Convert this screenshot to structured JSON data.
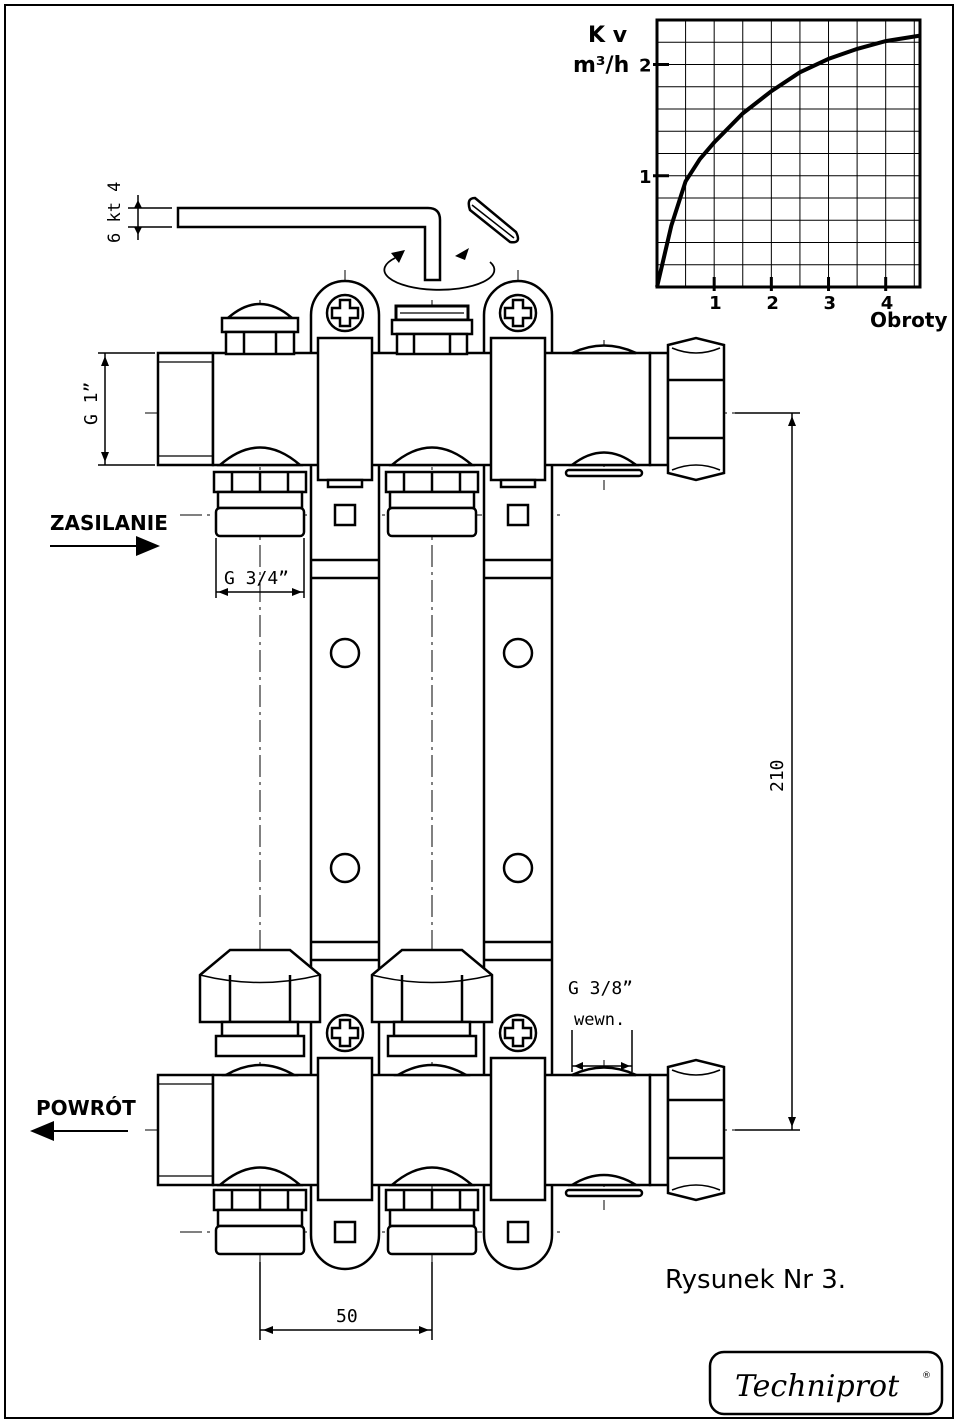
{
  "graph": {
    "y_unit_top": "K v",
    "y_unit_bottom": "m³/h",
    "y_ticks": [
      "1",
      "2"
    ],
    "x_ticks": [
      "1",
      "2",
      "3",
      "4"
    ],
    "x_label": "Obroty"
  },
  "chart_data": {
    "type": "line",
    "x": [
      0,
      0.25,
      0.5,
      0.75,
      1,
      1.5,
      2,
      2.5,
      3,
      3.5,
      4,
      4.6
    ],
    "series": [
      {
        "values": [
          0,
          0.55,
          0.95,
          1.15,
          1.3,
          1.56,
          1.76,
          1.93,
          2.05,
          2.14,
          2.21,
          2.26
        ]
      }
    ],
    "xlim": [
      0,
      4.6
    ],
    "ylim": [
      0,
      2.4
    ],
    "xlabel": "Obroty",
    "ylabel": "K v m³/h",
    "grid": true
  },
  "labels": {
    "hex_key": "6 kt 4",
    "thread_main": "G 1”",
    "supply": "ZASILANIE",
    "thread_outlet": "G 3/4”",
    "thread_vent": "G 3/8”",
    "thread_vent_note": "wewn.",
    "return": "POWRÓT",
    "height_dim": "210",
    "pitch_dim": "50",
    "figure_caption": "Rysunek Nr 3.",
    "brand": "Techniprot",
    "brand_mark": "®"
  }
}
